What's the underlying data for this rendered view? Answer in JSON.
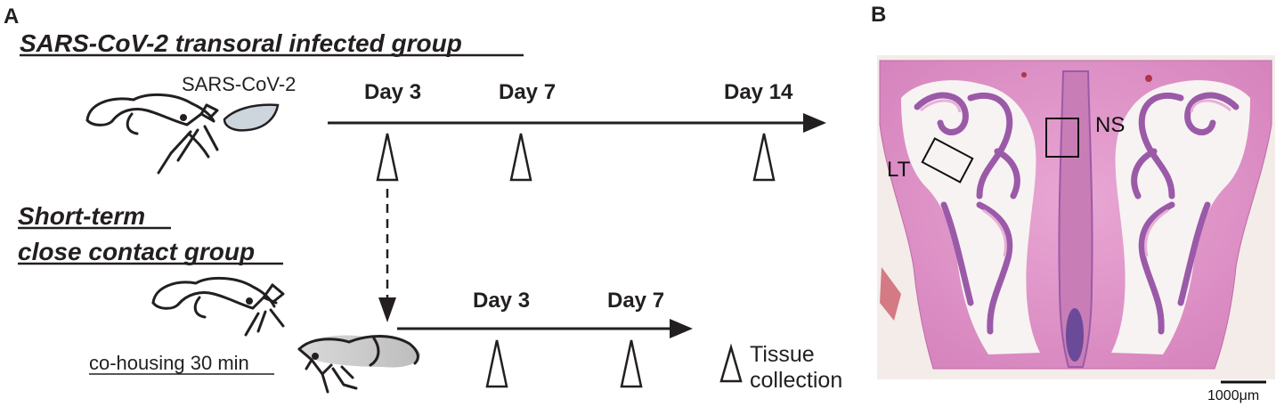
{
  "panel_a": {
    "letter": "A",
    "infected_group": {
      "title": "SARS-CoV-2 transoral infected group",
      "virus_label": "SARS-CoV-2",
      "days": [
        "Day 3",
        "Day 7",
        "Day 14"
      ]
    },
    "contact_group": {
      "title_line1": "Short-term",
      "title_line2": "close contact group",
      "cohousing_label": "co-housing 30 min",
      "days": [
        "Day 3",
        "Day 7"
      ]
    },
    "legend": {
      "line1": "Tissue",
      "line2": "collection"
    }
  },
  "panel_b": {
    "letter": "B",
    "labels": {
      "nasal_septum": "NS",
      "lateral": "LT"
    },
    "scale_bar": "1000μm"
  },
  "colors": {
    "ink": "#231f20",
    "tissue_pink": "#e08fc2",
    "tissue_purple": "#9b5aa8",
    "virus_fill": "#cdd5dd"
  }
}
